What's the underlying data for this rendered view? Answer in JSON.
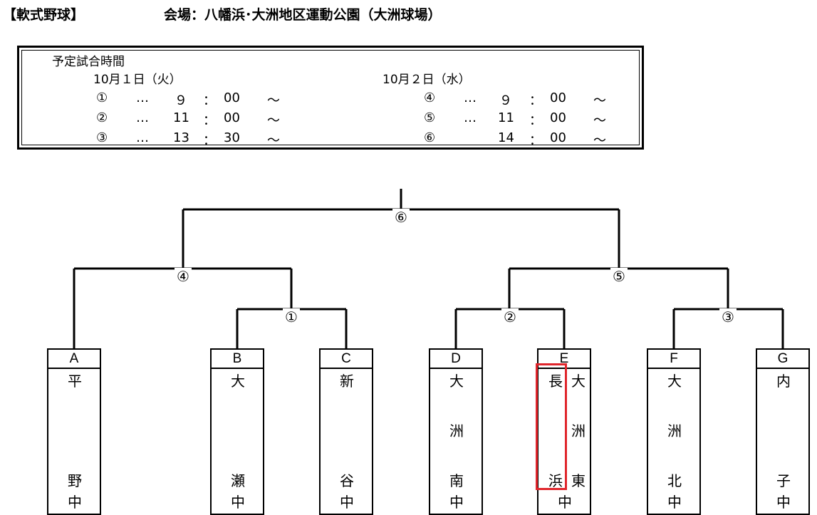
{
  "header": {
    "category": "【軟式野球】",
    "venue": "会場：八幡浜･大洲地区運動公園（大洲球場）"
  },
  "schedule": {
    "title": "予定試合時間",
    "day1": {
      "label": "10月１日（火）",
      "games": [
        {
          "no": "①",
          "dots": "…",
          "hour": "９",
          "colon": "：",
          "min": "00",
          "tilde": "～"
        },
        {
          "no": "②",
          "dots": "…",
          "hour": "11",
          "colon": "：",
          "min": "00",
          "tilde": "～"
        },
        {
          "no": "③",
          "dots": "…",
          "hour": "13",
          "colon": "：",
          "min": "30",
          "tilde": "～"
        }
      ]
    },
    "day2": {
      "label": "10月２日（水）",
      "games": [
        {
          "no": "④",
          "dots": "…",
          "hour": "９",
          "colon": "：",
          "min": "00",
          "tilde": "～"
        },
        {
          "no": "⑤",
          "dots": "…",
          "hour": "11",
          "colon": "：",
          "min": "00",
          "tilde": "～"
        },
        {
          "no": "⑥",
          "dots": "",
          "hour": "14",
          "colon": "：",
          "min": "00",
          "tilde": "～"
        }
      ]
    }
  },
  "bracket": {
    "matches": [
      "①",
      "②",
      "③",
      "④",
      "⑤",
      "⑥"
    ]
  },
  "teams": [
    {
      "code": "A",
      "col1": [
        "平",
        "",
        "",
        "野",
        "中"
      ]
    },
    {
      "code": "B",
      "col1": [
        "大",
        "",
        "",
        "瀬",
        "中"
      ]
    },
    {
      "code": "C",
      "col1": [
        "新",
        "",
        "",
        "谷",
        "中"
      ]
    },
    {
      "code": "D",
      "col1": [
        "大",
        "",
        "洲",
        "南",
        "中"
      ]
    },
    {
      "code": "E",
      "col1": [
        "長",
        "",
        "",
        "浜",
        ""
      ],
      "col2": [
        "大",
        "",
        "洲",
        "東",
        "中"
      ]
    },
    {
      "code": "F",
      "col1": [
        "大",
        "",
        "洲",
        "北",
        "中"
      ]
    },
    {
      "code": "G",
      "col1": [
        "内",
        "",
        "",
        "子",
        "中"
      ]
    }
  ],
  "colors": {
    "highlight": "#e0262c",
    "line": "#000000"
  }
}
